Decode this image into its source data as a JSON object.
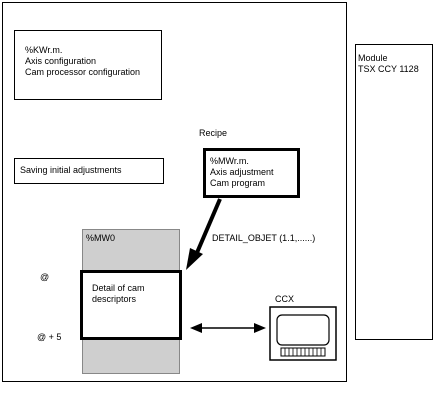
{
  "kwr_box": {
    "lines": [
      "%KWr.m.",
      "Axis configuration",
      "Cam processor configuration"
    ]
  },
  "saving_box": {
    "label": "Saving initial adjustments"
  },
  "recipe_label": "Recipe",
  "mwr_box": {
    "lines": [
      "%MWr.m.",
      "Axis adjustment",
      "Cam program"
    ]
  },
  "detail_objet": "DETAIL_OBJET (1.1,......)",
  "mw0_label": "%MW0",
  "at_label": "@",
  "at_plus5_label": "@ + 5",
  "cam_box": {
    "lines": [
      "Detail of cam",
      "descriptors"
    ]
  },
  "ccx_label": "CCX",
  "module_box": {
    "lines": [
      "Module",
      "TSX CCY 1128"
    ]
  }
}
